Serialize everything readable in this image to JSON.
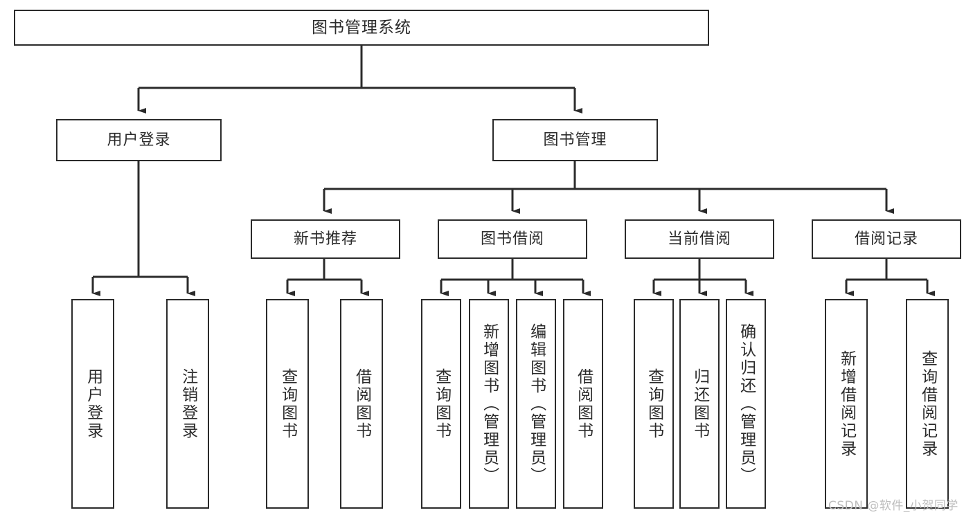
{
  "diagram": {
    "type": "tree",
    "title": "图书管理系统",
    "root": {
      "label": "图书管理系统"
    },
    "level1": [
      {
        "label": "用户登录"
      },
      {
        "label": "图书管理"
      }
    ],
    "level2": [
      {
        "label": "新书推荐"
      },
      {
        "label": "图书借阅"
      },
      {
        "label": "当前借阅"
      },
      {
        "label": "借阅记录"
      }
    ],
    "leaves": {
      "user_login": [
        {
          "label": "用户登录"
        },
        {
          "label": "注销登录"
        }
      ],
      "new_book_recommend": [
        {
          "label": "查询图书"
        },
        {
          "label": "借阅图书"
        }
      ],
      "book_borrow": [
        {
          "label": "查询图书"
        },
        {
          "label": "新增图书（管理员）"
        },
        {
          "label": "编辑图书（管理员）"
        },
        {
          "label": "借阅图书"
        }
      ],
      "current_borrow": [
        {
          "label": "查询图书"
        },
        {
          "label": "归还图书"
        },
        {
          "label": "确认归还（管理员）"
        }
      ],
      "borrow_record": [
        {
          "label": "新增借阅记录"
        },
        {
          "label": "查询借阅记录"
        }
      ]
    },
    "colors": {
      "stroke": "#2b2b2b",
      "fill": "#ffffff",
      "text": "#2b2b2b",
      "watermark": "#bdbdbd"
    }
  },
  "watermark": {
    "text": "CSDN @软件_小贺同学"
  }
}
